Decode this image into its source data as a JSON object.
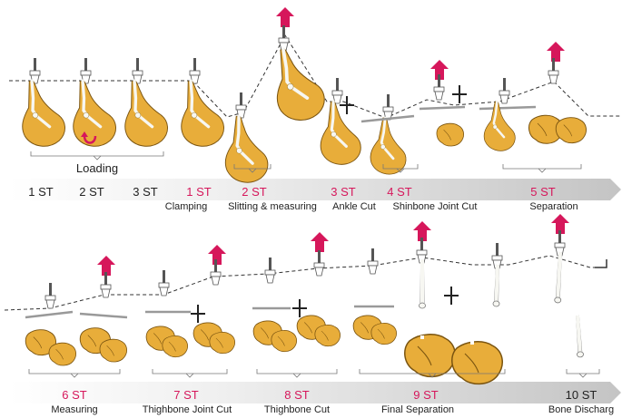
{
  "colors": {
    "accent": "#d6175b",
    "meat": "#e8ad3a",
    "meat_outline": "#7a5410",
    "bone": "#f7f7f2",
    "gray_text": "#222222",
    "band": "#bfbfbf"
  },
  "icons": [
    "up-arrow-icon",
    "rotate-arrow-icon",
    "ham-leg-icon",
    "clamp-hook-icon",
    "cutting-blade-icon",
    "bone-icon"
  ],
  "row1": {
    "loading_label": "Loading",
    "stations": [
      {
        "id": "1 ST",
        "desc": "",
        "accent": false
      },
      {
        "id": "2 ST",
        "desc": "",
        "accent": false
      },
      {
        "id": "3 ST",
        "desc": "",
        "accent": false
      },
      {
        "id": "1 ST",
        "desc": "Clamping",
        "accent": true
      },
      {
        "id": "2 ST",
        "desc": "Slitting & measuring",
        "accent": true
      },
      {
        "id": "3 ST",
        "desc": "Ankle Cut",
        "accent": true
      },
      {
        "id": "4 ST",
        "desc": "Shinbone Joint Cut",
        "accent": true
      },
      {
        "id": "5 ST",
        "desc": "Separation",
        "accent": true
      }
    ]
  },
  "row2": {
    "stations": [
      {
        "id": "6 ST",
        "desc": "Measuring",
        "accent": true
      },
      {
        "id": "7 ST",
        "desc": "Thighbone Joint Cut",
        "accent": true
      },
      {
        "id": "8 ST",
        "desc": "Thighbone Cut",
        "accent": true
      },
      {
        "id": "9 ST",
        "desc": "Final Separation",
        "accent": true
      },
      {
        "id": "10 ST",
        "desc": "Bone Discharg",
        "accent": false
      }
    ]
  }
}
